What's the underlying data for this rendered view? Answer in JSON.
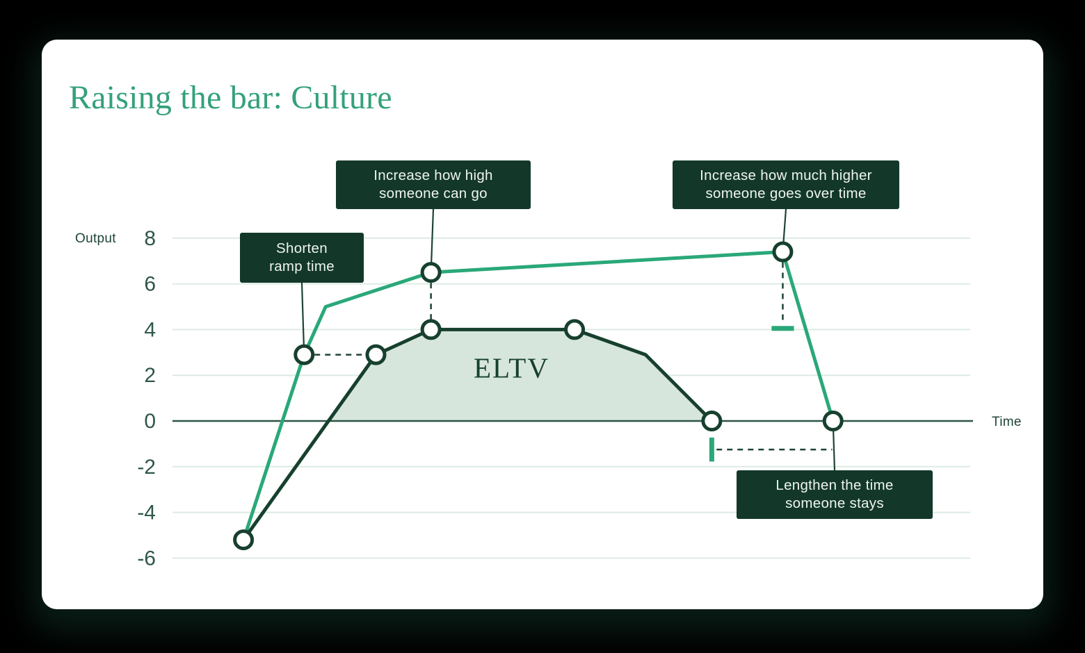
{
  "page": {
    "title": "Raising the bar: Culture"
  },
  "chart_data": {
    "type": "line",
    "title": "Raising the bar: Culture",
    "xlabel": "Time",
    "ylabel": "Output",
    "ylim": [
      -6,
      8
    ],
    "xlim": [
      0,
      100
    ],
    "yticks": [
      8,
      6,
      4,
      2,
      0,
      -2,
      -4,
      -6
    ],
    "grid": true,
    "legend": "none",
    "colors": {
      "improved": "#2aa879",
      "baseline": "#17402e",
      "dark": "#17402e",
      "dash": "#1d4434",
      "grid": "#dcebe4",
      "axis": "#2d5447",
      "tick_label": "#2e5749",
      "area": "#d7e6dd",
      "box_bg": "#133829",
      "box_text": "#eff4f1",
      "title": "#34a17a",
      "marker_fill": "#ffffff"
    },
    "series": [
      {
        "name": "improved-output-curve",
        "color": "#2aa879",
        "points": [
          [
            8.9,
            -5.2
          ],
          [
            16.5,
            2.9
          ],
          [
            19.2,
            5.0
          ],
          [
            32.4,
            6.5
          ],
          [
            76.5,
            7.4
          ],
          [
            82.8,
            0
          ]
        ],
        "marker_indices": [
          1,
          3,
          4,
          5
        ]
      },
      {
        "name": "baseline-output-curve",
        "color": "#17402e",
        "points": [
          [
            8.9,
            -5.2
          ],
          [
            25.5,
            2.9
          ],
          [
            32.4,
            4.0
          ],
          [
            50.4,
            4.0
          ],
          [
            59.3,
            2.9
          ],
          [
            67.6,
            0
          ]
        ],
        "marker_indices": [
          0,
          1,
          2,
          3,
          5
        ]
      }
    ],
    "area": {
      "label": "ELTV",
      "color": "#d7e6dd",
      "points": [
        [
          19.5,
          0
        ],
        [
          25.5,
          2.9
        ],
        [
          32.4,
          4.0
        ],
        [
          50.4,
          4.0
        ],
        [
          59.3,
          2.9
        ],
        [
          67.6,
          0
        ]
      ],
      "label_pos": [
        42.5,
        1.9
      ]
    },
    "dashed_connectors": [
      {
        "name": "ramp-time-delta",
        "from": [
          16.5,
          2.9
        ],
        "to": [
          25.5,
          2.9
        ]
      },
      {
        "name": "height-delta",
        "from": [
          32.4,
          6.5
        ],
        "to": [
          32.4,
          4.0
        ]
      },
      {
        "name": "higher-over-time-delta",
        "from": [
          76.5,
          7.4
        ],
        "to": [
          76.5,
          4.25
        ]
      },
      {
        "name": "stay-time-delta",
        "from": [
          68.2,
          -1.25
        ],
        "to": [
          82.7,
          -1.25
        ]
      }
    ],
    "reference_ticks": [
      {
        "name": "baseline-max-tick",
        "orient": "h",
        "center": [
          76.5,
          4.05
        ],
        "length": 2.8
      },
      {
        "name": "baseline-end-tick",
        "orient": "v",
        "center": [
          67.6,
          -1.25
        ],
        "length": 1.05
      }
    ],
    "annotations": [
      {
        "id": "shorten",
        "lines": [
          "Shorten",
          "ramp time"
        ],
        "anchor": [
          16.5,
          2.9
        ],
        "connect": "bottom"
      },
      {
        "id": "high",
        "lines": [
          "Increase how high",
          "someone can go"
        ],
        "anchor": [
          32.4,
          6.5
        ],
        "connect": "bottom"
      },
      {
        "id": "higher",
        "lines": [
          "Increase how much higher",
          "someone goes over time"
        ],
        "anchor": [
          76.5,
          7.4
        ],
        "connect": "bottom"
      },
      {
        "id": "lengthen",
        "lines": [
          "Lengthen the time",
          "someone stays"
        ],
        "anchor": [
          82.8,
          0
        ],
        "connect": "top"
      }
    ]
  }
}
